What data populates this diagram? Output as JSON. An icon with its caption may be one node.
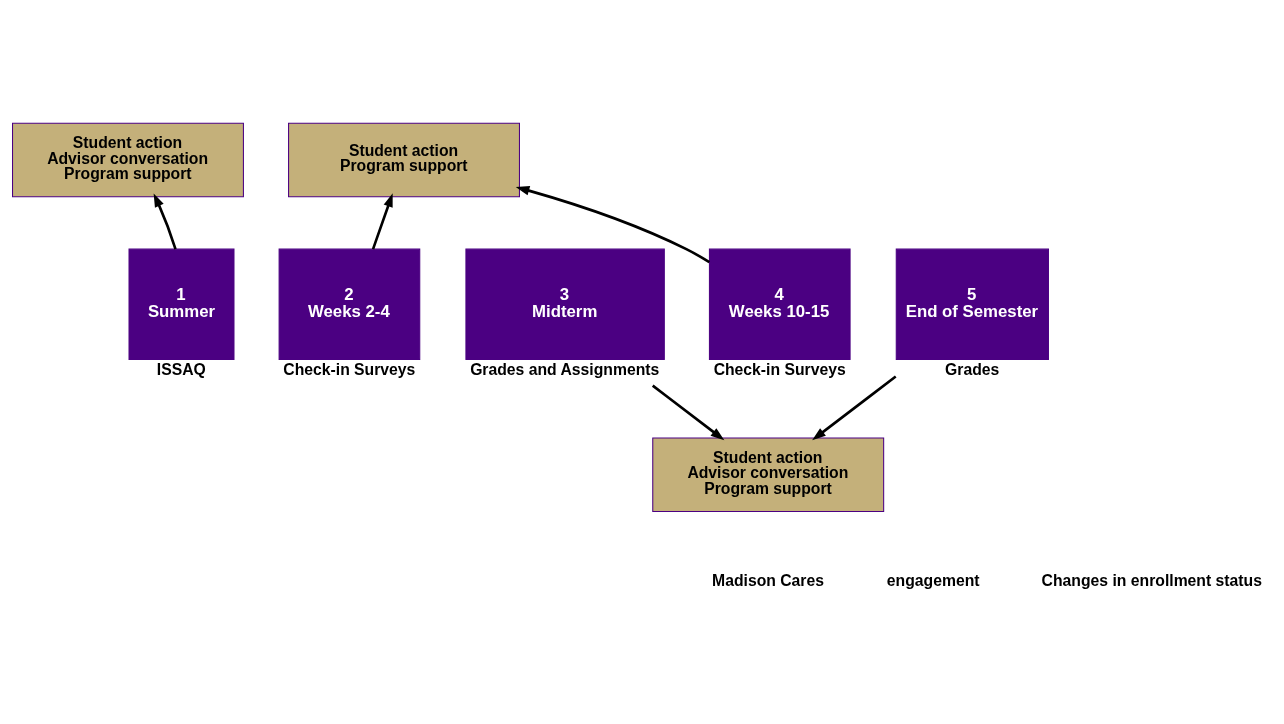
{
  "diagram": {
    "nodes": [
      {
        "text": [
          "Student action",
          "Advisor conversation",
          "Program support"
        ]
      },
      {
        "text": [
          "Student action",
          "Program support"
        ]
      },
      {
        "text": [
          "1",
          "Summer"
        ],
        "beside": [
          "ISSAQ"
        ]
      },
      {
        "text": [
          "2",
          "Weeks 2-4"
        ],
        "beside": [
          "Check-in Surveys"
        ]
      },
      {
        "text": [
          "3",
          "Midterm"
        ],
        "beside": [
          "Grades and Assignments"
        ]
      },
      {
        "text": [
          "4",
          "Weeks 10-15"
        ],
        "beside": [
          "Check-in Surveys"
        ]
      },
      {
        "text": [
          "5",
          "End of Semester"
        ],
        "beside": [
          "Grades"
        ]
      },
      {
        "text": [
          "Student action",
          "Advisor conversation",
          "Program support"
        ]
      }
    ],
    "edges": [
      {
        "from": 2,
        "to": 0,
        "arrow": "to"
      },
      {
        "from": 3,
        "to": 1,
        "arrow": "to"
      },
      {
        "from": 5,
        "to": 1,
        "arrow": "to"
      },
      {
        "from": 4,
        "to": 7,
        "arrow": "to"
      },
      {
        "from": 6,
        "to": 7,
        "arrow": "to"
      }
    ],
    "labels": [
      "Madison Cares",
      "engagement",
      "Changes in enrollment status"
    ]
  }
}
